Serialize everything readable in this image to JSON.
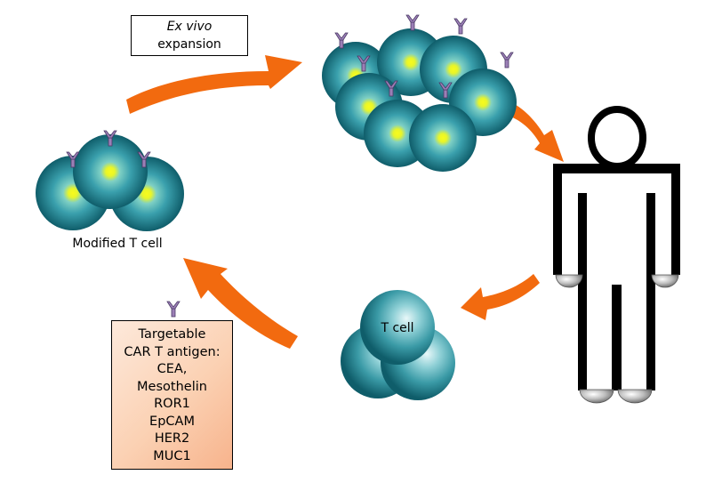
{
  "expansion_box": {
    "line1": "Ex vivo",
    "line2": "expansion"
  },
  "modified_label": "Modified T cell",
  "tcell_label": "T cell",
  "antigen_box": {
    "title1": "Targetable",
    "title2": "CAR T antigen:",
    "items": [
      "CEA,",
      "Mesothelin",
      "ROR1",
      "EpCAM",
      "HER2",
      "MUC1"
    ]
  },
  "colors": {
    "arrow": "#f26a0f",
    "cell_dark": "#0f5d6a",
    "cell_mid": "#3aa0ad",
    "nucleus": "#f6f91a",
    "receptor": "#9b7fb6",
    "antigen_box": "#fbd1b3"
  }
}
